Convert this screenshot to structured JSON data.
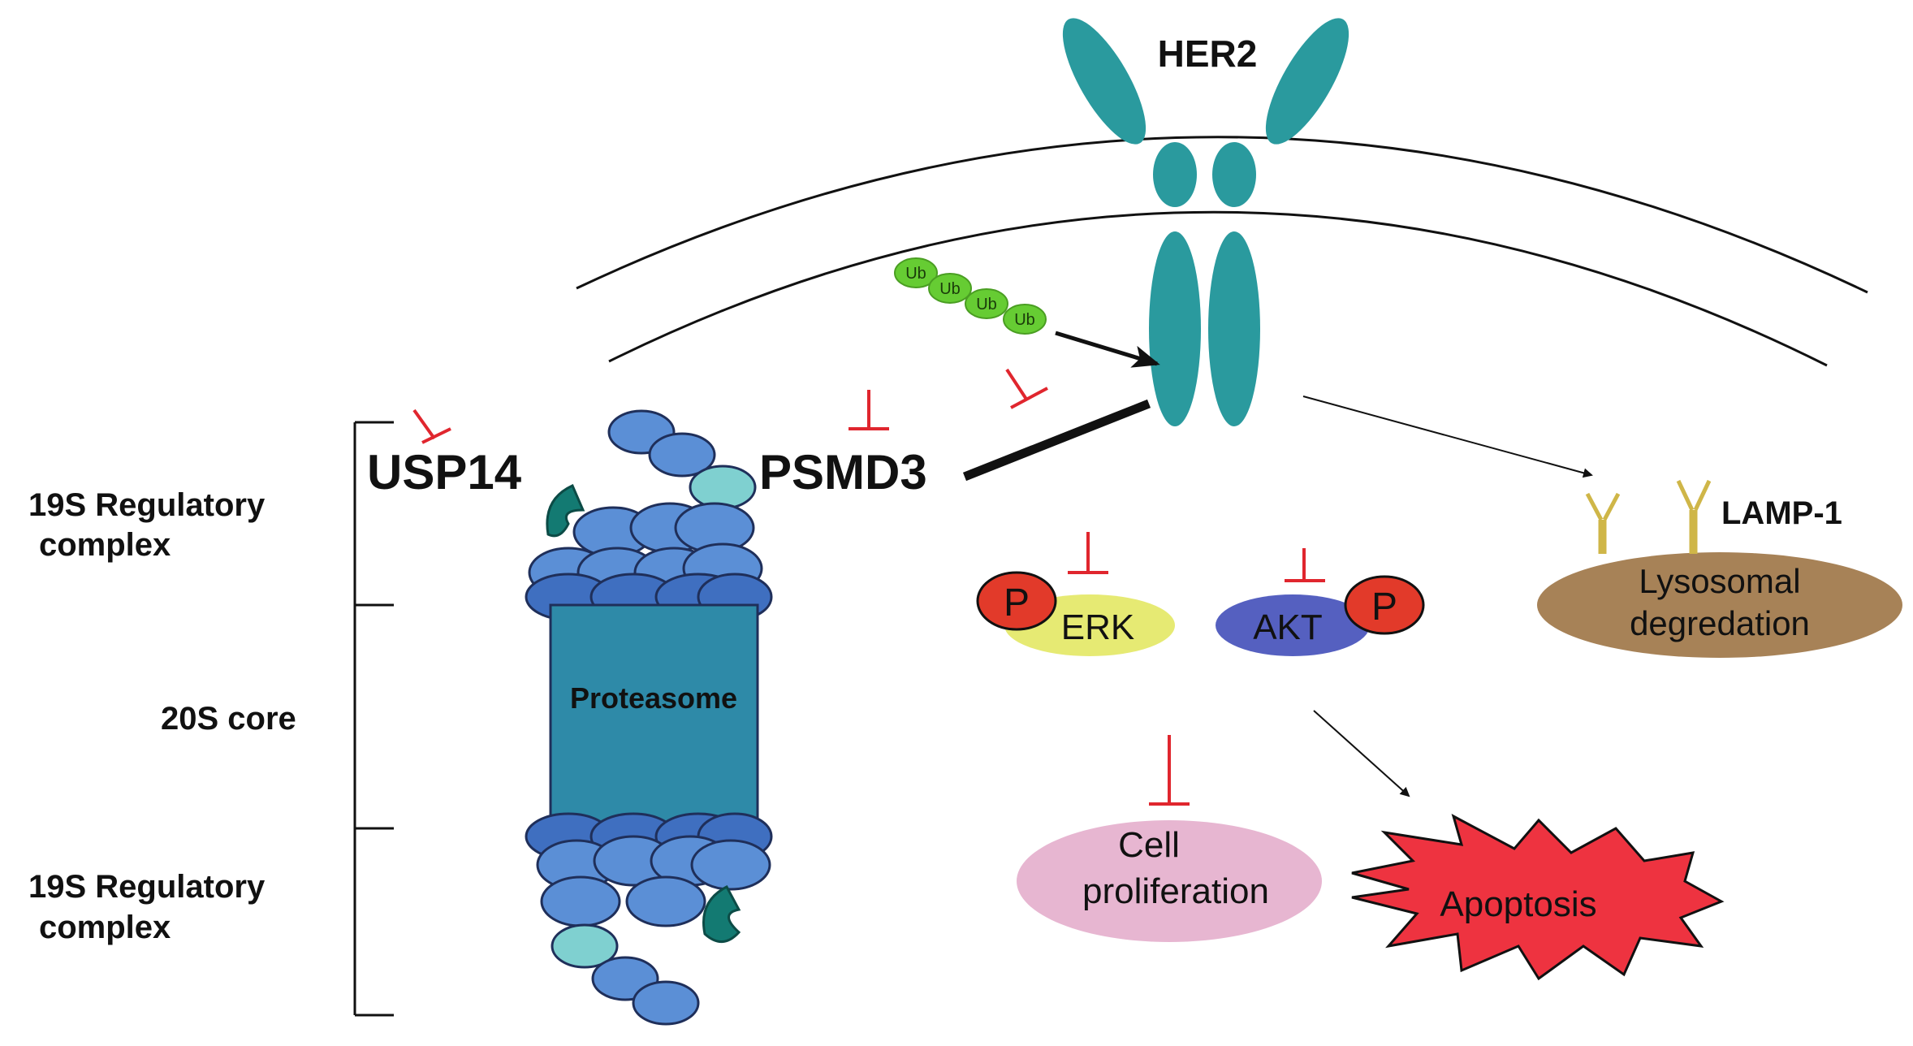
{
  "labels": {
    "her2": "HER2",
    "usp14": "USP14",
    "psmd3": "PSMD3",
    "proteasome": "Proteasome",
    "lamp1": "LAMP-1",
    "lysosomal_line1": "Lysosomal",
    "lysosomal_line2": "degredation",
    "erk": "ERK",
    "akt": "AKT",
    "phospho": "P",
    "cell_line1": "Cell",
    "cell_line2": "proliferation",
    "apoptosis": "Apoptosis",
    "ub": "Ub",
    "reg_top_line1": "19S Regulatory",
    "reg_top_line2": "complex",
    "core": "20S core",
    "reg_bottom_line1": "19S Regulatory",
    "reg_bottom_line2": "complex"
  },
  "colors": {
    "her2": "#2a9a9e",
    "proteasome_core": "#2e8aa8",
    "subunit": "#5b8fd6",
    "subunit_dark": "#3f6fc0",
    "subunit_light": "#7fd0d0",
    "cap_teal": "#137a72",
    "ub": "#66cc33",
    "erk": "#e6ea73",
    "akt": "#5560c0",
    "phospho": "#e23a2a",
    "lysosome": "#a78257",
    "lamp": "#cfb648",
    "cell": "#e7b6d1",
    "apoptosis": "#ee3340",
    "inhibit": "#e0262e"
  }
}
